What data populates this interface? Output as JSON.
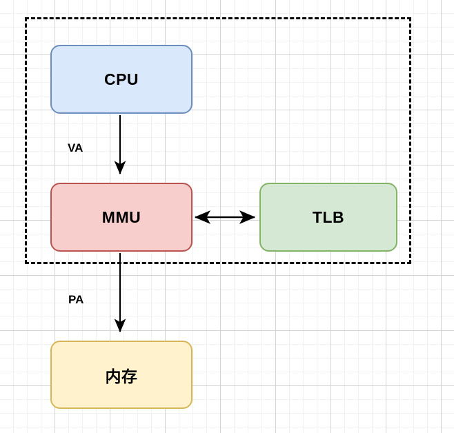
{
  "diagram": {
    "title_group": "address-translation-boundary",
    "nodes": [
      {
        "id": "cpu",
        "label": "CPU",
        "fill": "#dae8fc",
        "stroke": "#6c8ebf"
      },
      {
        "id": "mmu",
        "label": "MMU",
        "fill": "#f8cecc",
        "stroke": "#b85450"
      },
      {
        "id": "tlb",
        "label": "TLB",
        "fill": "#d5e8d4",
        "stroke": "#82b366"
      },
      {
        "id": "memory",
        "label": "内存",
        "fill": "#fff2cc",
        "stroke": "#d6b656"
      }
    ],
    "edges": [
      {
        "id": "cpu-to-mmu",
        "label": "VA",
        "from": "cpu",
        "to": "mmu",
        "direction": "down",
        "arrow": "single"
      },
      {
        "id": "mmu-to-tlb",
        "label": "",
        "from": "mmu",
        "to": "tlb",
        "direction": "horizontal",
        "arrow": "double"
      },
      {
        "id": "mmu-to-memory",
        "label": "PA",
        "from": "mmu",
        "to": "memory",
        "direction": "down",
        "arrow": "single"
      }
    ],
    "colors": {
      "line": "#000000",
      "grid_minor": "#f2f2f2",
      "grid_major": "#d4d4d4",
      "background": "#ffffff"
    }
  }
}
